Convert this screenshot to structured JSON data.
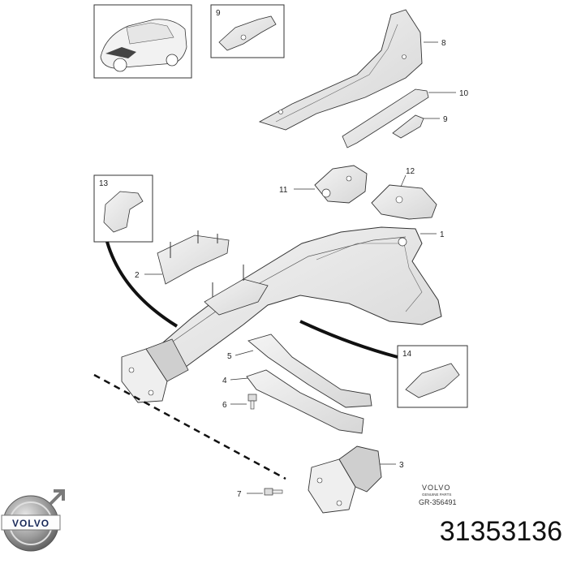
{
  "diagram": {
    "brand": "VOLVO",
    "genuine_parts_label": "GENUINE PARTS",
    "reference_code": "GR-356491",
    "part_number": "31353136",
    "logo_text": "VOLVO",
    "callouts": {
      "c1": "1",
      "c2": "2",
      "c3": "3",
      "c4": "4",
      "c5": "5",
      "c6": "6",
      "c7": "7",
      "c8": "8",
      "c9_top": "9",
      "c9_right": "9",
      "c10": "10",
      "c11": "11",
      "c12": "12",
      "c13": "13",
      "c14": "14"
    }
  }
}
